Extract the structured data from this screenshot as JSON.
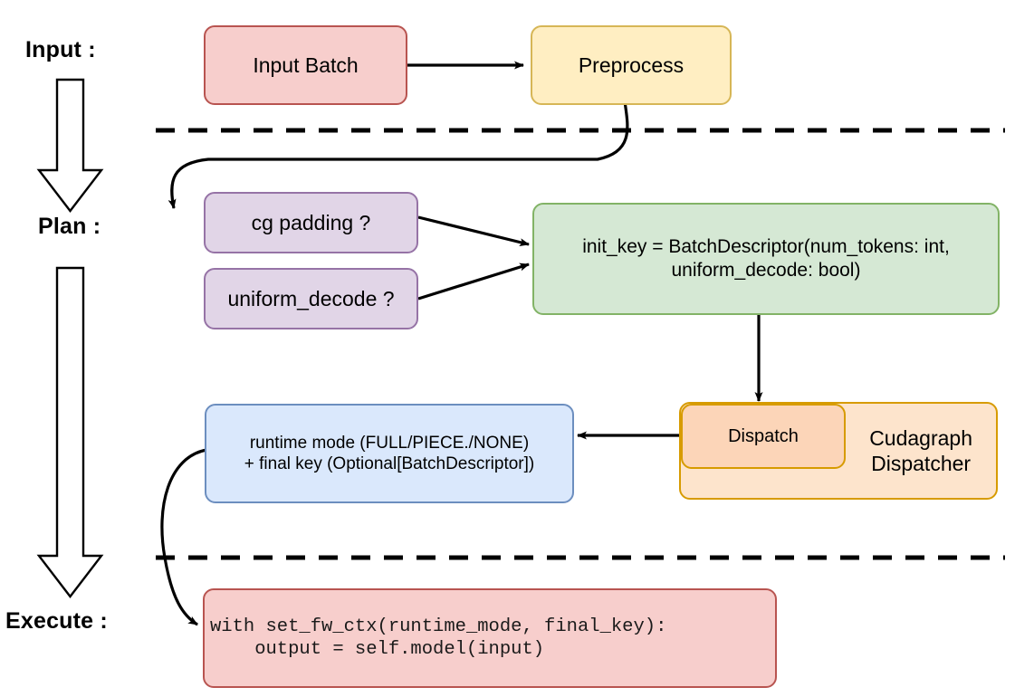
{
  "diagram": {
    "title_hidden": "",
    "stages": [
      {
        "id": "input",
        "label": "Input :"
      },
      {
        "id": "plan",
        "label": "Plan :"
      },
      {
        "id": "execute",
        "label": "Execute :"
      }
    ],
    "nodes": [
      {
        "id": "input-batch",
        "label": "Input Batch",
        "color": "#f7cecc",
        "border": "#b85450"
      },
      {
        "id": "preprocess",
        "label": "Preprocess",
        "color": "#ffeec2",
        "border": "#d6b656"
      },
      {
        "id": "cg-padding",
        "label": "cg padding ?",
        "color": "#e1d5e7",
        "border": "#9673a6"
      },
      {
        "id": "uniform-decode",
        "label": "uniform_decode ?",
        "color": "#e1d5e7",
        "border": "#9673a6"
      },
      {
        "id": "init-key",
        "label_line1": "init_key = BatchDescriptor(num_tokens: int,",
        "label_line2": "uniform_decode: bool)",
        "color": "#d5e8d4",
        "border": "#82b366"
      },
      {
        "id": "cudagraph-dispatcher",
        "label_line1": "Cudagraph",
        "label_line2": "Dispatcher",
        "color": "#fde4cc",
        "border": "#d79b00"
      },
      {
        "id": "dispatch",
        "label": "Dispatch",
        "color": "#fcd5b8",
        "border": "#d79b00"
      },
      {
        "id": "runtime-mode",
        "label_line1": "runtime mode (FULL/PIECE./NONE)",
        "label_line2": "+ final key (Optional[BatchDescriptor])",
        "color": "#dae8fc",
        "border": "#6c8ebf"
      },
      {
        "id": "execute-code",
        "label_line1": "with set_fw_ctx(runtime_mode, final_key):",
        "label_line2": "    output = self.model(input)",
        "color": "#f7cecc",
        "border": "#b85450"
      }
    ],
    "separators": [
      {
        "id": "input-plan-divider",
        "style": "dashed"
      },
      {
        "id": "plan-execute-divider",
        "style": "dashed"
      }
    ],
    "flow_arrows": [
      {
        "id": "input-batch-to-preprocess"
      },
      {
        "id": "preprocess-to-cg-padding"
      },
      {
        "id": "cg-padding-to-init-key"
      },
      {
        "id": "uniform-decode-to-init-key"
      },
      {
        "id": "init-key-to-dispatch"
      },
      {
        "id": "dispatch-to-runtime-mode"
      },
      {
        "id": "runtime-mode-to-execute-code"
      }
    ],
    "stage_arrows": [
      {
        "id": "input-to-plan-block-arrow"
      },
      {
        "id": "plan-to-execute-block-arrow"
      }
    ]
  }
}
